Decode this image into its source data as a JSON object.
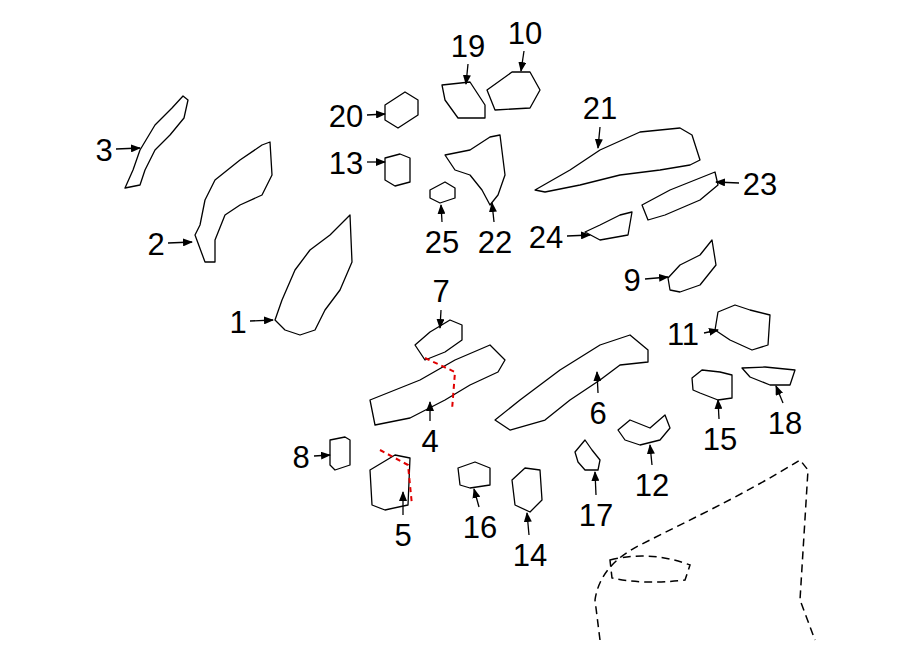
{
  "diagram": {
    "labels": [
      "10",
      "19",
      "21",
      "20",
      "3",
      "13",
      "23",
      "24",
      "22",
      "25",
      "2",
      "9",
      "7",
      "1",
      "11",
      "6",
      "18",
      "15",
      "4",
      "8",
      "12",
      "17",
      "16",
      "5",
      "14"
    ]
  }
}
